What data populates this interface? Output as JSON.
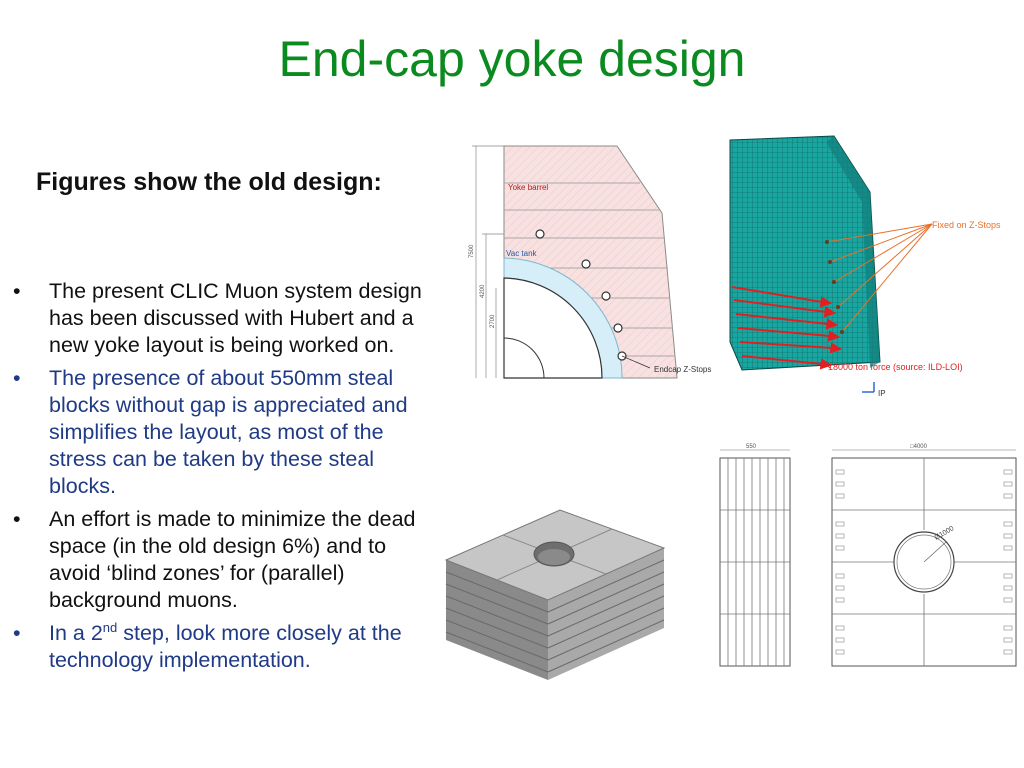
{
  "slide": {
    "title": "End-cap yoke design",
    "subtitle": "Figures show the old design:",
    "bullets": [
      {
        "text": "The present CLIC Muon system design has been discussed with Hubert and a new yoke layout is being worked on.",
        "color": "#111111"
      },
      {
        "text": "The presence of about 550mm steal blocks without gap is appreciated and simplifies the layout, as most of the stress can be taken by these steal blocks.",
        "color": "#1f3a86"
      },
      {
        "text": "An effort is made to minimize the dead space (in the old design 6%) and to avoid ‘blind zones’ for (parallel) background muons.",
        "color": "#111111"
      },
      {
        "text_before": "In a 2",
        "sup": "nd",
        "text_after": " step, look more closely at the technology implementation.",
        "color": "#1f3a86"
      }
    ],
    "bullet_char": "•"
  },
  "figures": {
    "drawing_labels": {
      "yoke_barrel": "Yoke barrel",
      "vac_tank": "Vac tank",
      "endcap_zstops": "Endcap Z-Stops",
      "dim_1": "7500",
      "dim_2": "4200",
      "dim_3": "2700"
    },
    "mesh_labels": {
      "fixed": "Fixed on Z-Stops",
      "force": "18000 ton force (source: ILD-LOI)",
      "axis": "IP"
    },
    "plan_labels": {
      "width_side": "550",
      "width_front": "□4000",
      "hole": "Ø1000"
    },
    "colors": {
      "title": "#0b8a1f",
      "mesh": "#1aa6a0",
      "arrows": "#e02020",
      "callout": "#e8702a"
    }
  }
}
